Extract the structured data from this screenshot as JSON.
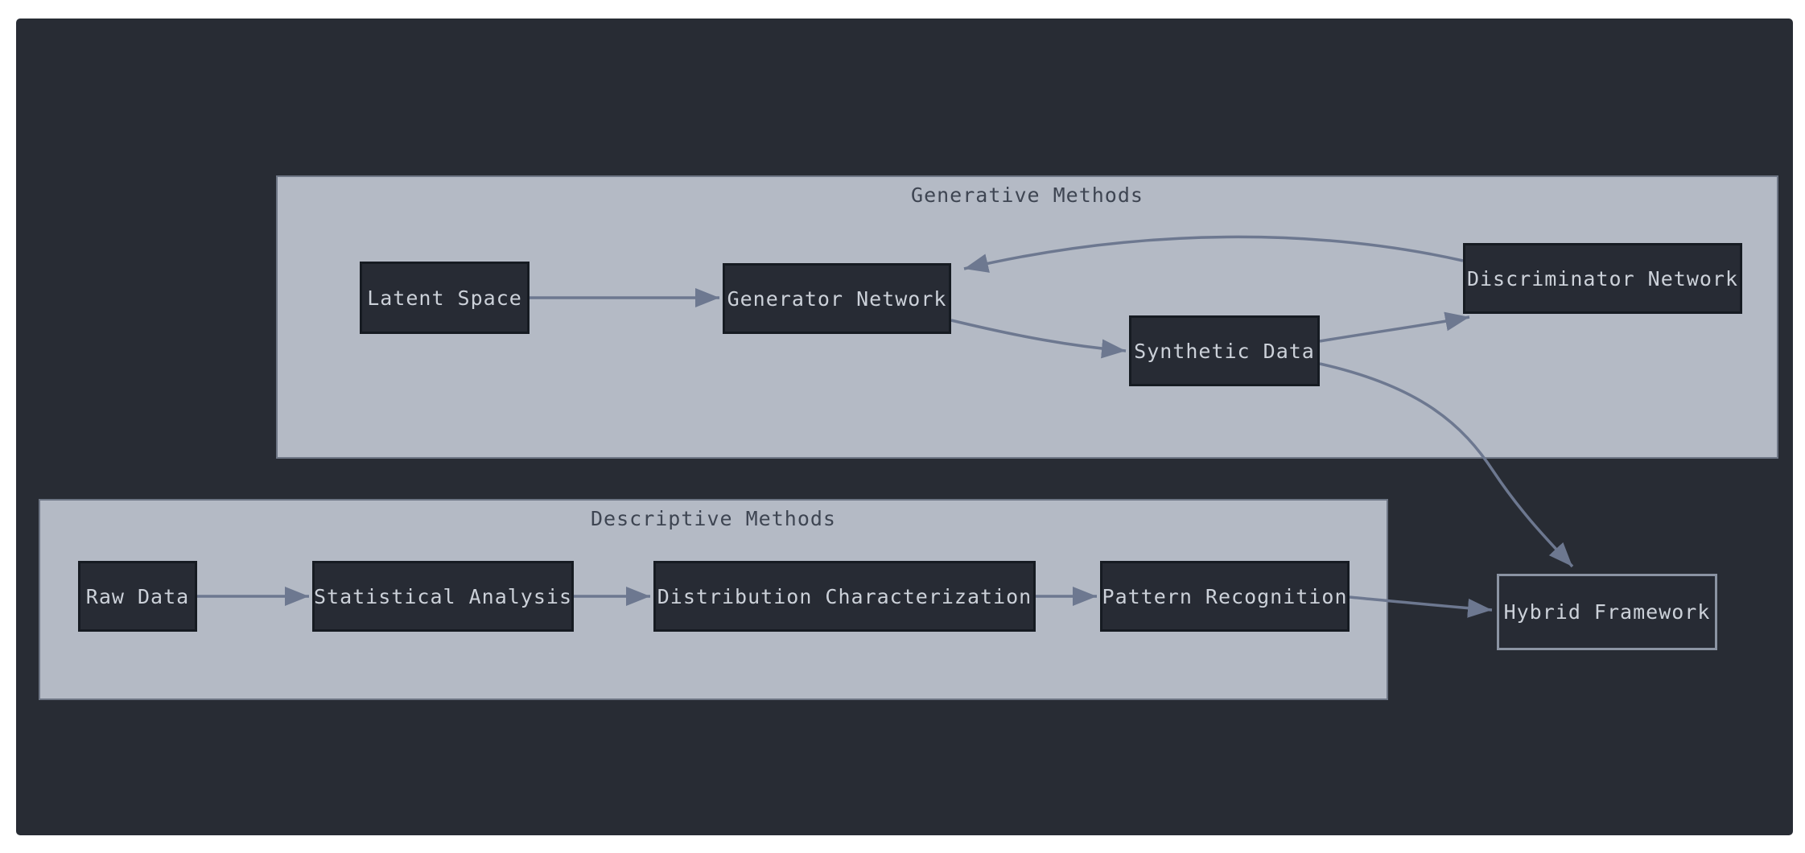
{
  "diagram": {
    "clusters": [
      {
        "id": "generative",
        "label": "Generative Methods",
        "nodes": [
          "latent_space",
          "generator_network",
          "synthetic_data",
          "discriminator_network"
        ]
      },
      {
        "id": "descriptive",
        "label": "Descriptive Methods",
        "nodes": [
          "raw_data",
          "statistical_analysis",
          "distribution_characterization",
          "pattern_recognition"
        ]
      }
    ],
    "nodes": [
      {
        "id": "latent_space",
        "label": "Latent Space"
      },
      {
        "id": "generator_network",
        "label": "Generator Network"
      },
      {
        "id": "synthetic_data",
        "label": "Synthetic Data"
      },
      {
        "id": "discriminator_network",
        "label": "Discriminator Network"
      },
      {
        "id": "raw_data",
        "label": "Raw Data"
      },
      {
        "id": "statistical_analysis",
        "label": "Statistical Analysis"
      },
      {
        "id": "distribution_characterization",
        "label": "Distribution Characterization"
      },
      {
        "id": "pattern_recognition",
        "label": "Pattern Recognition"
      },
      {
        "id": "hybrid_framework",
        "label": "Hybrid Framework"
      }
    ],
    "edges": [
      {
        "from": "latent_space",
        "to": "generator_network"
      },
      {
        "from": "generator_network",
        "to": "synthetic_data"
      },
      {
        "from": "synthetic_data",
        "to": "discriminator_network"
      },
      {
        "from": "discriminator_network",
        "to": "generator_network"
      },
      {
        "from": "synthetic_data",
        "to": "hybrid_framework"
      },
      {
        "from": "raw_data",
        "to": "statistical_analysis"
      },
      {
        "from": "statistical_analysis",
        "to": "distribution_characterization"
      },
      {
        "from": "distribution_characterization",
        "to": "pattern_recognition"
      },
      {
        "from": "pattern_recognition",
        "to": "hybrid_framework"
      }
    ],
    "colors": {
      "page_background": "#ffffff",
      "panel_background": "#282c34",
      "cluster_fill": "#b4bac5",
      "cluster_label_text": "#3e4552",
      "node_fill": "#272b34",
      "node_border": "#161b22",
      "node_text": "#ccd1d9",
      "edge_stroke": "#6d7890",
      "hybrid_border": "#8b94a3"
    }
  }
}
